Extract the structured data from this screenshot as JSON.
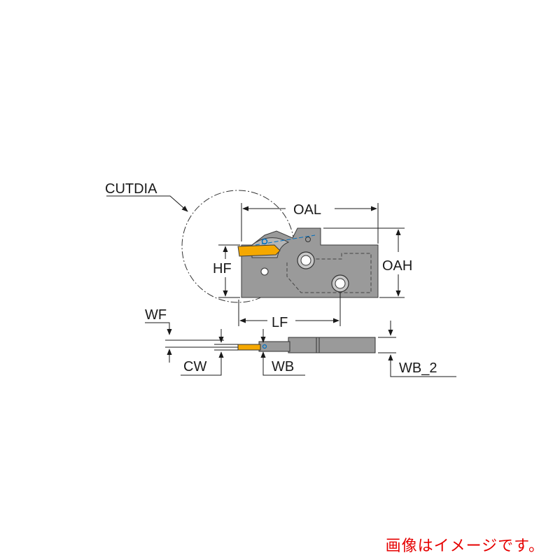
{
  "labels": {
    "cutdia": "CUTDIA",
    "oal": "OAL",
    "oah": "OAH",
    "hf": "HF",
    "lf": "LF",
    "wf": "WF",
    "cw": "CW",
    "wb": "WB",
    "wb_2": "WB_2"
  },
  "note": "画像はイメージです。",
  "colors": {
    "holder": "#9a9a9a",
    "insert": "#f5a800",
    "accent": "#0070c0",
    "dimension": "#1a1a1a",
    "note": "#e60000"
  }
}
